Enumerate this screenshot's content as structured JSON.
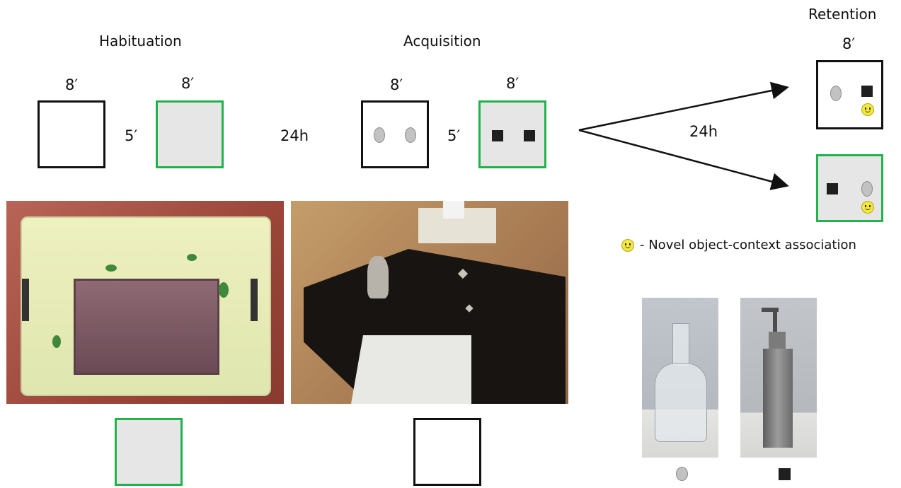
{
  "habituation": {
    "title": "Habituation",
    "box1_time": "8′",
    "box2_time": "8′",
    "gap_time": "5′"
  },
  "delay1": "24h",
  "acquisition": {
    "title": "Acquisition",
    "box1_time": "8′",
    "box2_time": "8′",
    "gap_time": "5′"
  },
  "delay2": "24h",
  "retention": {
    "title": "Retention",
    "time": "8′"
  },
  "legend": {
    "text": "-  Novel object-context association",
    "icon": "smiley-icon"
  },
  "colors": {
    "context_a_border": "#22b24c",
    "context_b_border": "#111111",
    "context_a_fill": "#e6e6e6",
    "object_oval": "#c2c2c2",
    "object_square": "#1f1f1f",
    "novel_marker": "#f4e83c"
  },
  "photos": [
    {
      "name": "context-a-photo",
      "subject": "translucent plastic tub with green leaves"
    },
    {
      "name": "context-b-photo",
      "subject": "black box with snowman and star decals"
    },
    {
      "name": "object-bottle-photo",
      "subject": "glass bottle"
    },
    {
      "name": "object-dispenser-photo",
      "subject": "metal soap dispenser"
    }
  ]
}
